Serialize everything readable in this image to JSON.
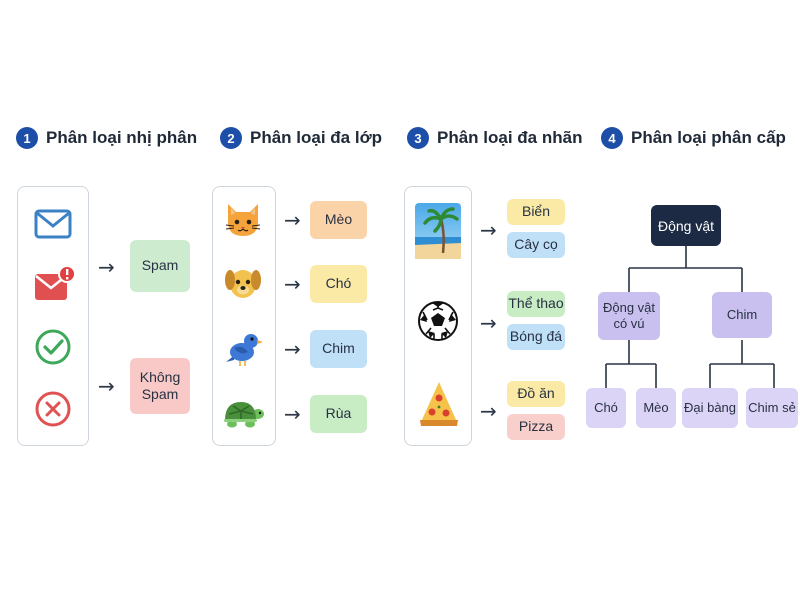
{
  "sections": [
    {
      "number": "1",
      "title": "Phân loại nhị phân"
    },
    {
      "number": "2",
      "title": "Phân loại đa lớp"
    },
    {
      "number": "3",
      "title": "Phân loại đa nhãn"
    },
    {
      "number": "4",
      "title": "Phân loại phân cấp"
    }
  ],
  "binary": {
    "labels": [
      "Spam",
      "Không\nSpam"
    ],
    "icons": [
      "envelope-icon",
      "mail-alert-icon",
      "check-circle-icon",
      "x-circle-icon"
    ]
  },
  "multiclass": {
    "labels": [
      "Mèo",
      "Chó",
      "Chim",
      "Rùa"
    ],
    "icons": [
      "cat-icon",
      "dog-icon",
      "bird-icon",
      "turtle-icon"
    ]
  },
  "multilabel": {
    "groups": [
      {
        "icon": "beach-icon",
        "labels": [
          "Biển",
          "Cây cọ"
        ]
      },
      {
        "icon": "soccer-ball-icon",
        "labels": [
          "Thể thao",
          "Bóng đá"
        ]
      },
      {
        "icon": "pizza-icon",
        "labels": [
          "Đồ ăn",
          "Pizza"
        ]
      }
    ]
  },
  "hierarchy": {
    "root": "Động vật",
    "mid": [
      "Động vật\ncó vú",
      "Chim"
    ],
    "leaves": [
      "Chó",
      "Mèo",
      "Đại bàng",
      "Chim sẻ"
    ]
  },
  "colors": {
    "accent": "#1e4fa8",
    "root_node": "#1c2a44",
    "mid_node": "#c9c0ef",
    "leaf_node": "#dcd4f7"
  }
}
